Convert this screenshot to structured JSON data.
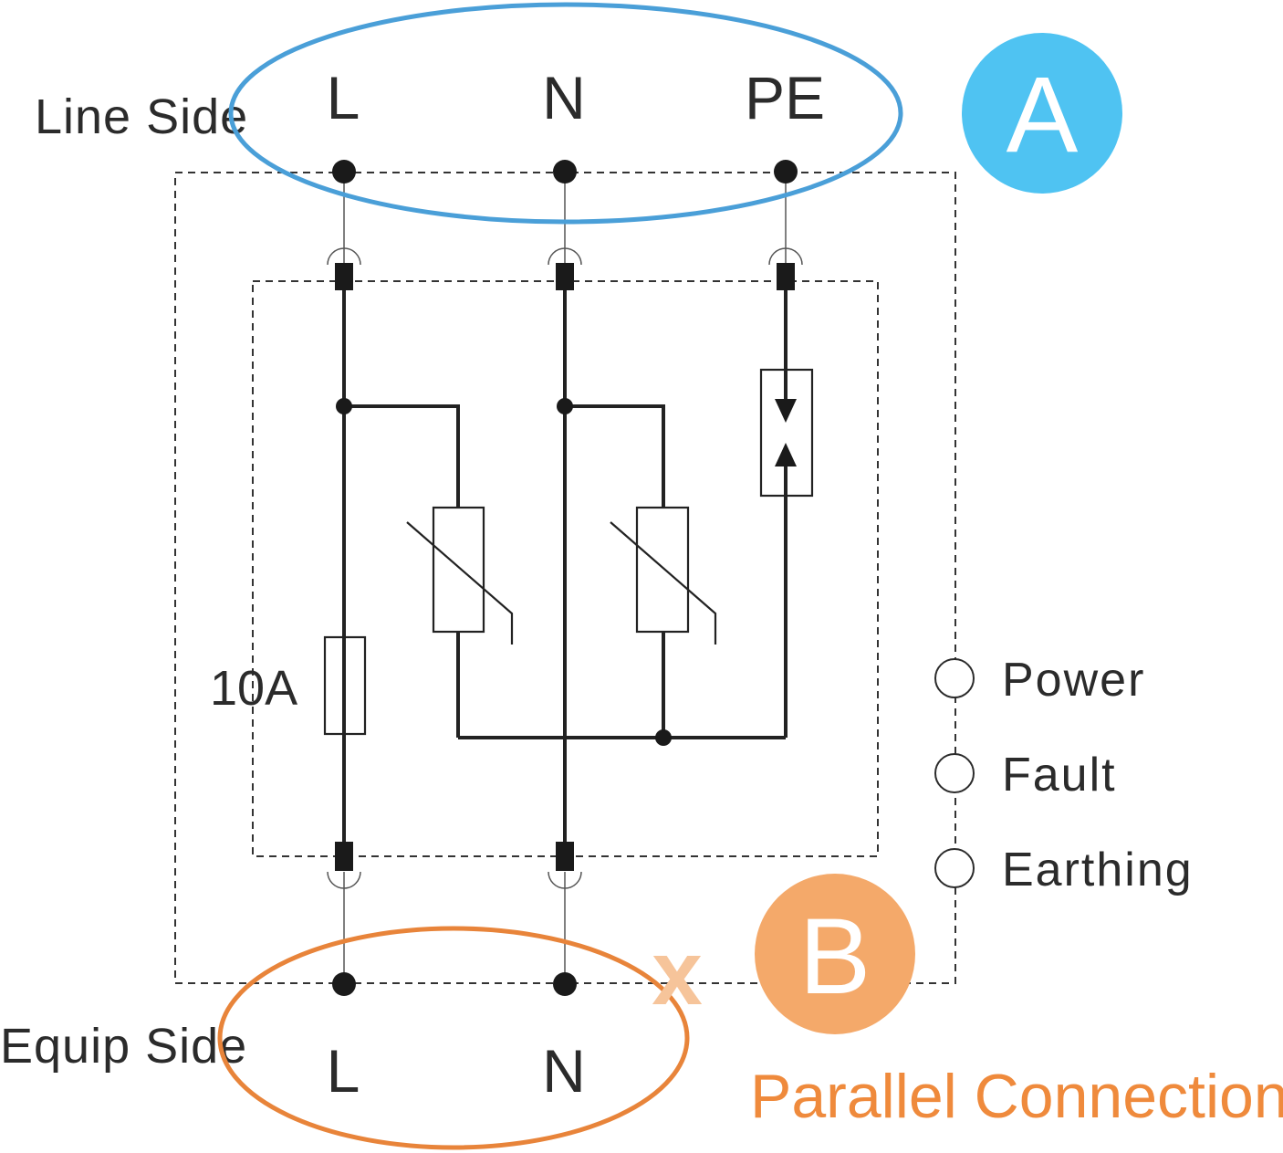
{
  "line_side": {
    "label": "Line Side",
    "terminals": [
      "L",
      "N",
      "PE"
    ]
  },
  "equip_side": {
    "label": "Equip Side",
    "terminals": [
      "L",
      "N"
    ]
  },
  "fuse_rating": "10A",
  "indicators": [
    "Power",
    "Fault",
    "Earthing"
  ],
  "badge_a": {
    "letter": "A",
    "color": "#4fc3f2"
  },
  "badge_b": {
    "letter": "B",
    "color": "#f4a96a"
  },
  "x_mark": "x",
  "caption": "Parallel Connection",
  "colors": {
    "ellipse_a": "#4a9fd8",
    "ellipse_b": "#e8843a",
    "caption": "#ef8a3c",
    "x_mark": "#f6c49a"
  }
}
